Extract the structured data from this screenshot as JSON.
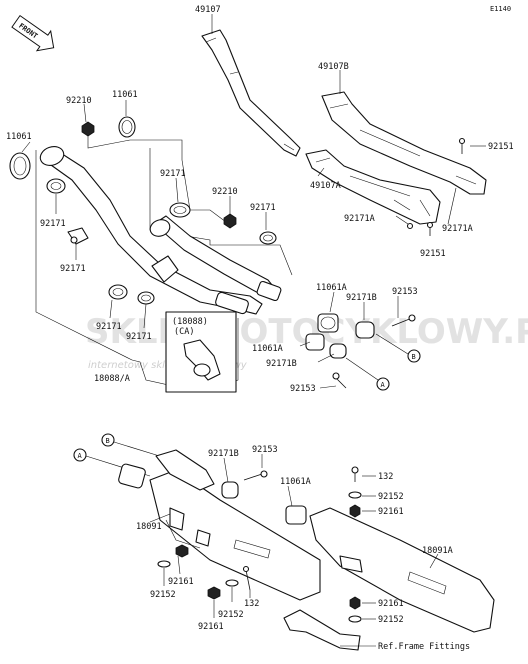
{
  "diagram_code": "E1140",
  "front_label": "FRONT",
  "watermark": {
    "main": "SKLEPMOTOCYKLOWY.PL",
    "sub": "internetowy sklep motocyklowy"
  },
  "callouts": {
    "a1": "A",
    "a2": "A",
    "b1": "B",
    "b2": "B"
  },
  "labels": {
    "p49107": "49107",
    "p49107b": "49107B",
    "p49107a": "49107A",
    "p92151_top": "92151",
    "p92151_low": "92151",
    "p92171a_l": "92171A",
    "p92171a_r": "92171A",
    "p92210_l": "92210",
    "p92210_c": "92210",
    "p11061_top": "11061",
    "p11061_l": "11061",
    "p92171_l1": "92171",
    "p92171_l2": "92171",
    "p92171_c1": "92171",
    "p92171_c2": "92171",
    "p92171_c3": "92171",
    "p92171_c4": "92171",
    "p11061a_r": "11061A",
    "p92171b_r": "92171B",
    "p92153_r": "92153",
    "p11061a_c": "11061A",
    "p92171b_c": "92171B",
    "p92153_c": "92153",
    "p18088a": "18088/A",
    "p18088_ca_1": "(18088)",
    "p18088_ca_2": "(CA)",
    "p92171b_b": "92171B",
    "p92153_b": "92153",
    "p11061a_b": "11061A",
    "p132_r": "132",
    "p92152_r1": "92152",
    "p92161_r1": "92161",
    "p18091": "18091",
    "p18091a": "18091A",
    "p92161_l": "92161",
    "p92152_l": "92152",
    "p132_l": "132",
    "p92152_c": "92152",
    "p92161_c": "92161",
    "p92161_r2": "92161",
    "p92152_r2": "92152",
    "ref_frame": "Ref.Frame Fittings"
  }
}
